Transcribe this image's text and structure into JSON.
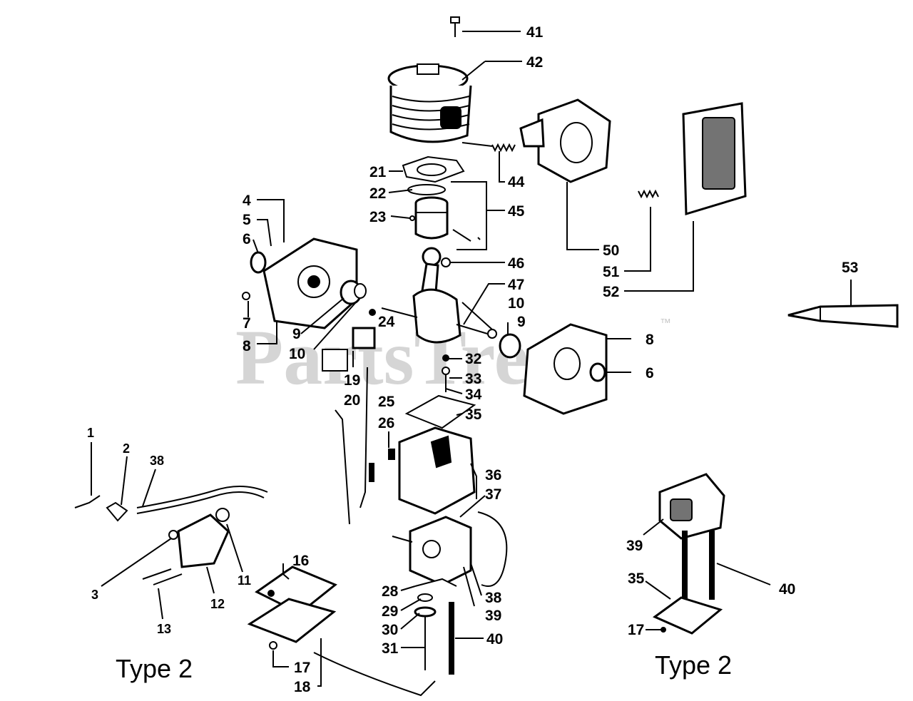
{
  "watermark": {
    "brand": "PartsTree",
    "trademark": "™"
  },
  "type_labels": {
    "left": "Type 2",
    "right": "Type 2"
  },
  "callouts": [
    {
      "id": "41",
      "label": "41"
    },
    {
      "id": "42",
      "label": "42"
    },
    {
      "id": "44",
      "label": "44"
    },
    {
      "id": "21",
      "label": "21"
    },
    {
      "id": "22",
      "label": "22"
    },
    {
      "id": "23",
      "label": "23"
    },
    {
      "id": "45",
      "label": "45"
    },
    {
      "id": "46",
      "label": "46"
    },
    {
      "id": "47",
      "label": "47"
    },
    {
      "id": "50",
      "label": "50"
    },
    {
      "id": "51",
      "label": "51"
    },
    {
      "id": "52",
      "label": "52"
    },
    {
      "id": "53",
      "label": "53"
    },
    {
      "id": "4",
      "label": "4"
    },
    {
      "id": "5",
      "label": "5"
    },
    {
      "id": "6-left",
      "label": "6"
    },
    {
      "id": "7",
      "label": "7"
    },
    {
      "id": "8-left",
      "label": "8"
    },
    {
      "id": "9-left",
      "label": "9"
    },
    {
      "id": "10-left",
      "label": "10"
    },
    {
      "id": "24",
      "label": "24"
    },
    {
      "id": "10-right",
      "label": "10"
    },
    {
      "id": "9-right",
      "label": "9"
    },
    {
      "id": "8-right",
      "label": "8"
    },
    {
      "id": "6-right",
      "label": "6"
    },
    {
      "id": "19",
      "label": "19"
    },
    {
      "id": "20",
      "label": "20"
    },
    {
      "id": "25",
      "label": "25"
    },
    {
      "id": "26",
      "label": "26"
    },
    {
      "id": "32",
      "label": "32"
    },
    {
      "id": "33",
      "label": "33"
    },
    {
      "id": "34",
      "label": "34"
    },
    {
      "id": "35",
      "label": "35"
    },
    {
      "id": "36",
      "label": "36"
    },
    {
      "id": "37",
      "label": "37"
    },
    {
      "id": "38",
      "label": "38"
    },
    {
      "id": "39",
      "label": "39"
    },
    {
      "id": "28",
      "label": "28"
    },
    {
      "id": "29",
      "label": "29"
    },
    {
      "id": "30",
      "label": "30"
    },
    {
      "id": "31",
      "label": "31"
    },
    {
      "id": "40",
      "label": "40"
    },
    {
      "id": "16",
      "label": "16"
    },
    {
      "id": "17",
      "label": "17"
    },
    {
      "id": "18",
      "label": "18"
    },
    {
      "id": "1",
      "label": "1"
    },
    {
      "id": "2",
      "label": "2"
    },
    {
      "id": "38-t2",
      "label": "38"
    },
    {
      "id": "3",
      "label": "3"
    },
    {
      "id": "11",
      "label": "11"
    },
    {
      "id": "12",
      "label": "12"
    },
    {
      "id": "13",
      "label": "13"
    },
    {
      "id": "39-t2",
      "label": "39"
    },
    {
      "id": "40-t2",
      "label": "40"
    },
    {
      "id": "35-t2",
      "label": "35"
    },
    {
      "id": "17-t2",
      "label": "17"
    }
  ]
}
